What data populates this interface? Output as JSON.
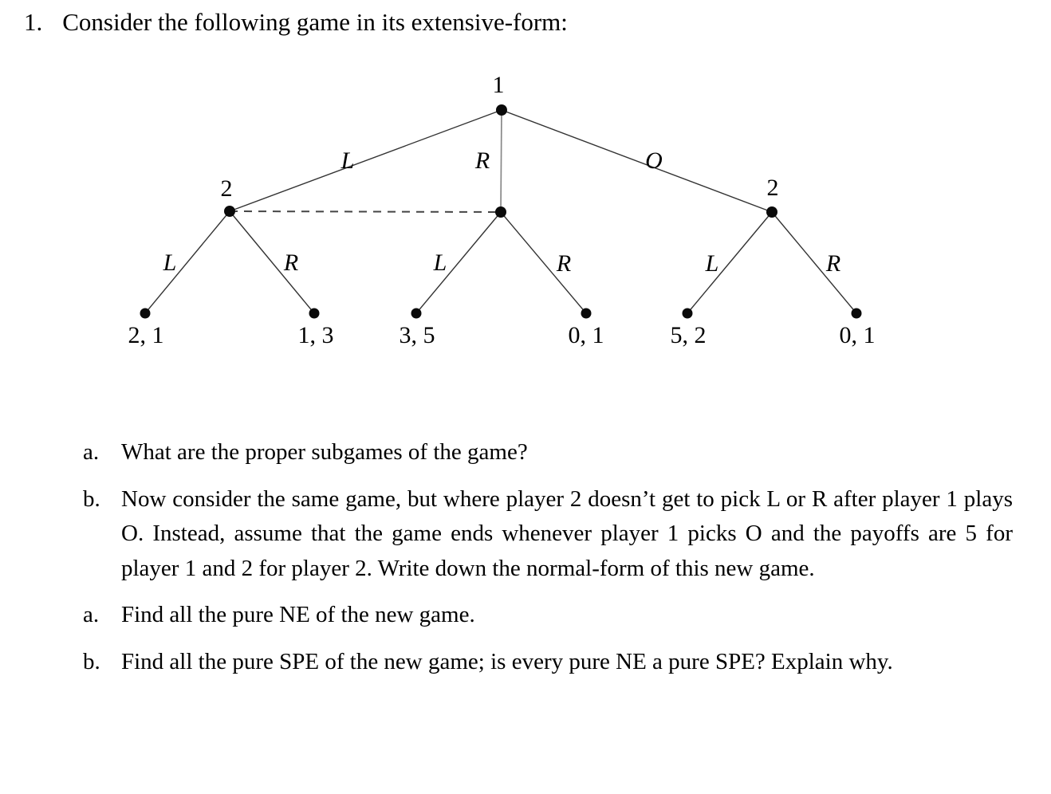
{
  "title": {
    "number": "1.",
    "text": "Consider the following game in its extensive-form:"
  },
  "tree": {
    "type": "extensive-form-game-tree",
    "root_label": "1",
    "left_node_label": "2",
    "right_node_label": "2",
    "actions": [
      "L",
      "R",
      "O",
      "L",
      "R",
      "L",
      "R",
      "L",
      "R"
    ],
    "payoffs": [
      "2, 1",
      "1, 3",
      "3, 5",
      "0, 1",
      "5, 2",
      "0, 1"
    ],
    "edge_color": "#333333",
    "dashed_info_set_color": "#444444"
  },
  "questions": {
    "items": [
      {
        "label": "a.",
        "text": "What are the proper subgames of the game?"
      },
      {
        "label": "b.",
        "text": "Now consider the same game, but where player 2 doesn’t get to pick L or R after player 1 plays O. Instead, assume that the game ends whenever player 1 picks O and the payoffs are 5 for player 1 and 2 for player 2. Write down the normal-form of this new game."
      },
      {
        "label": "a.",
        "text": "Find all the pure NE of the new game."
      },
      {
        "label": "b.",
        "text": "Find all the pure SPE of the new game; is every pure NE a pure SPE? Explain why."
      }
    ]
  }
}
